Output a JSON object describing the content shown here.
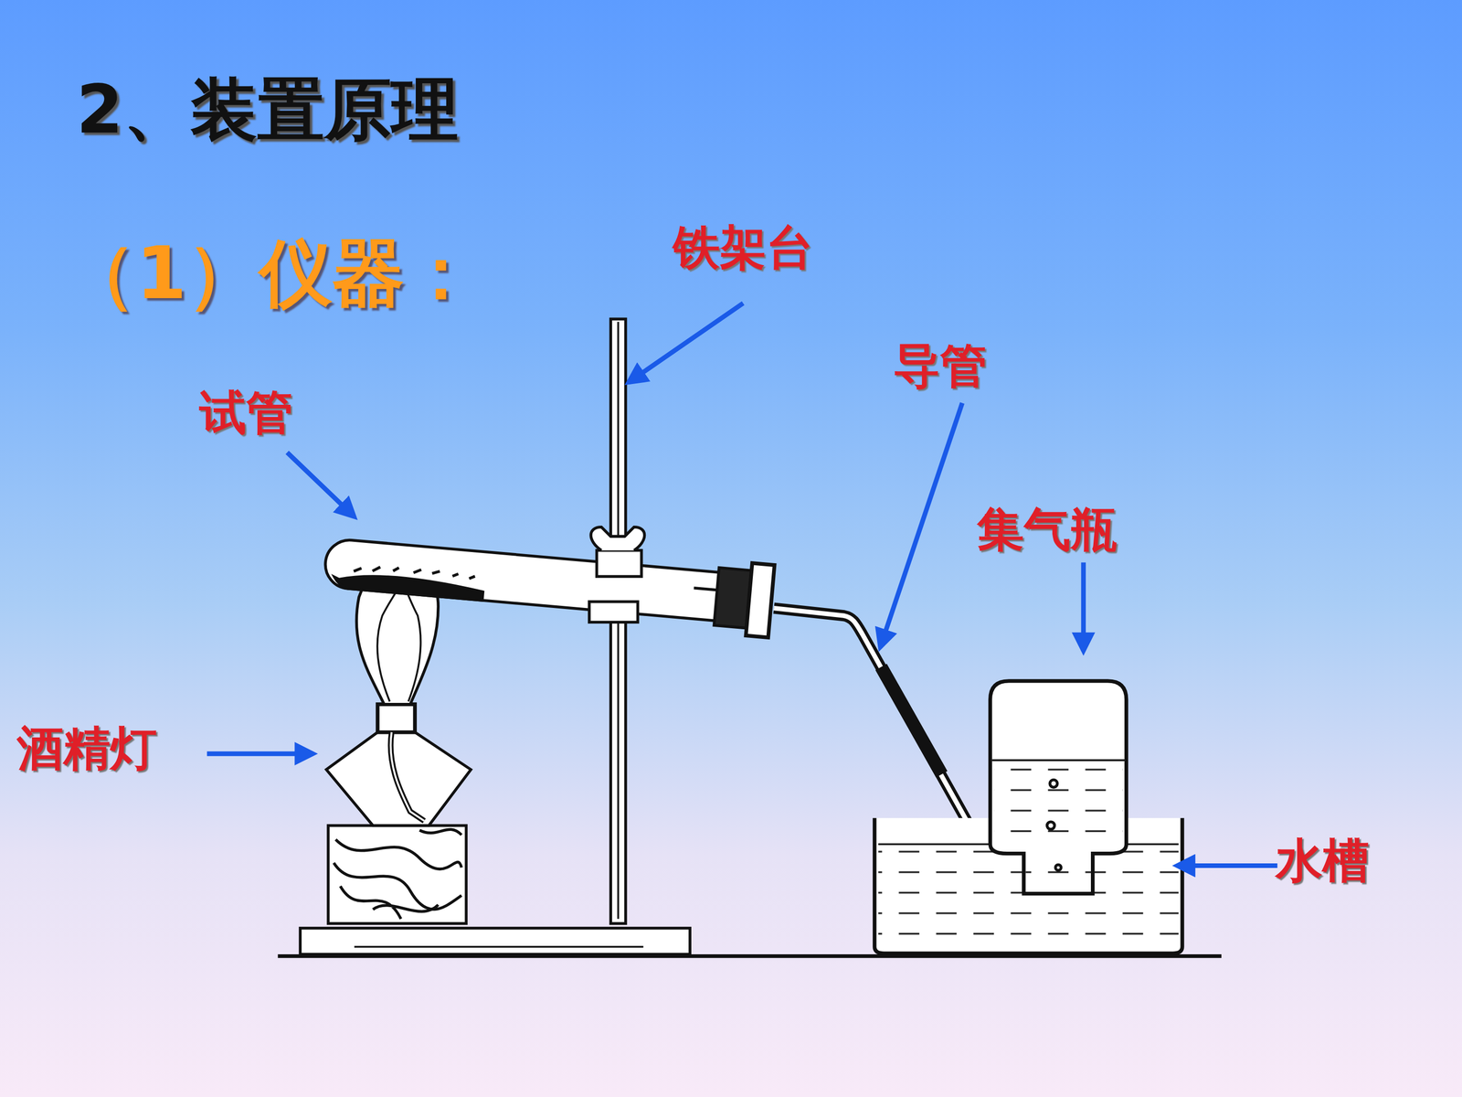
{
  "diagram": {
    "title": "2、装置原理",
    "labels": [
      "（1）仪器：",
      "铁架台",
      "试管",
      "导管",
      "集气瓶",
      "酒精灯",
      "水槽"
    ]
  }
}
